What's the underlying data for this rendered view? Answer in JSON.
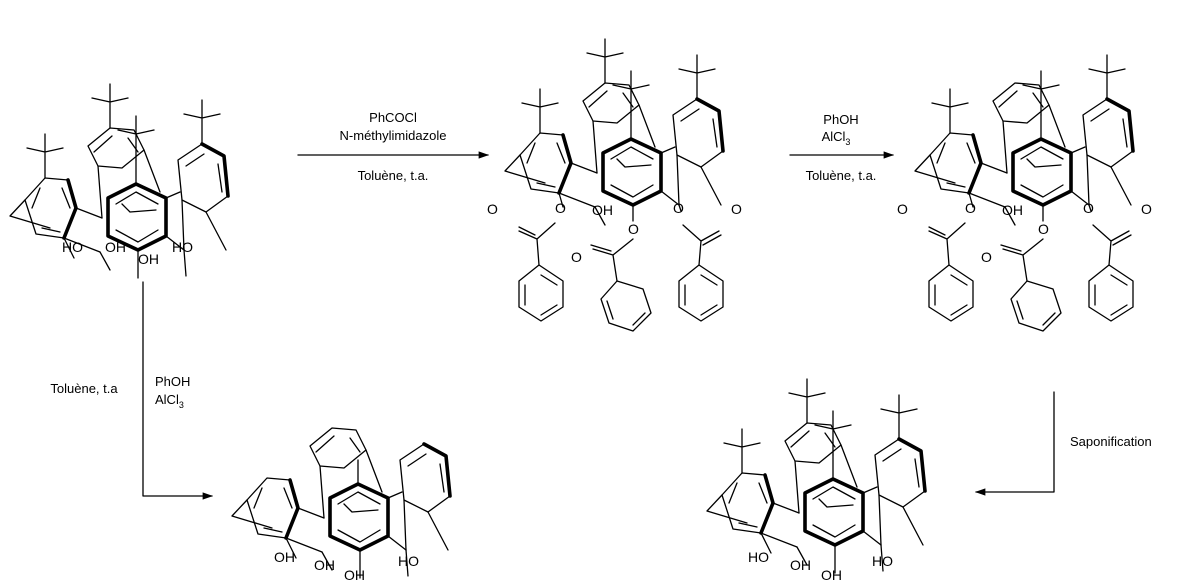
{
  "atoms": {
    "oh": "OH",
    "ho": "HO",
    "o": "O"
  },
  "reactions": {
    "step1": {
      "reagent_1": "PhCOCl",
      "reagent_2": "N-méthylimidazole",
      "conditions": "Toluène, t.a."
    },
    "step2": {
      "reagent_1": "PhOH",
      "reagent_2_main": "AlCl",
      "reagent_2_sub": "3",
      "conditions": "Toluène, t.a."
    },
    "step3": {
      "conditions": "Toluène, t.a",
      "reagent_1": "PhOH",
      "reagent_2_main": "AlCl",
      "reagent_2_sub": "3"
    },
    "step4": {
      "conditions": "Saponification"
    }
  }
}
